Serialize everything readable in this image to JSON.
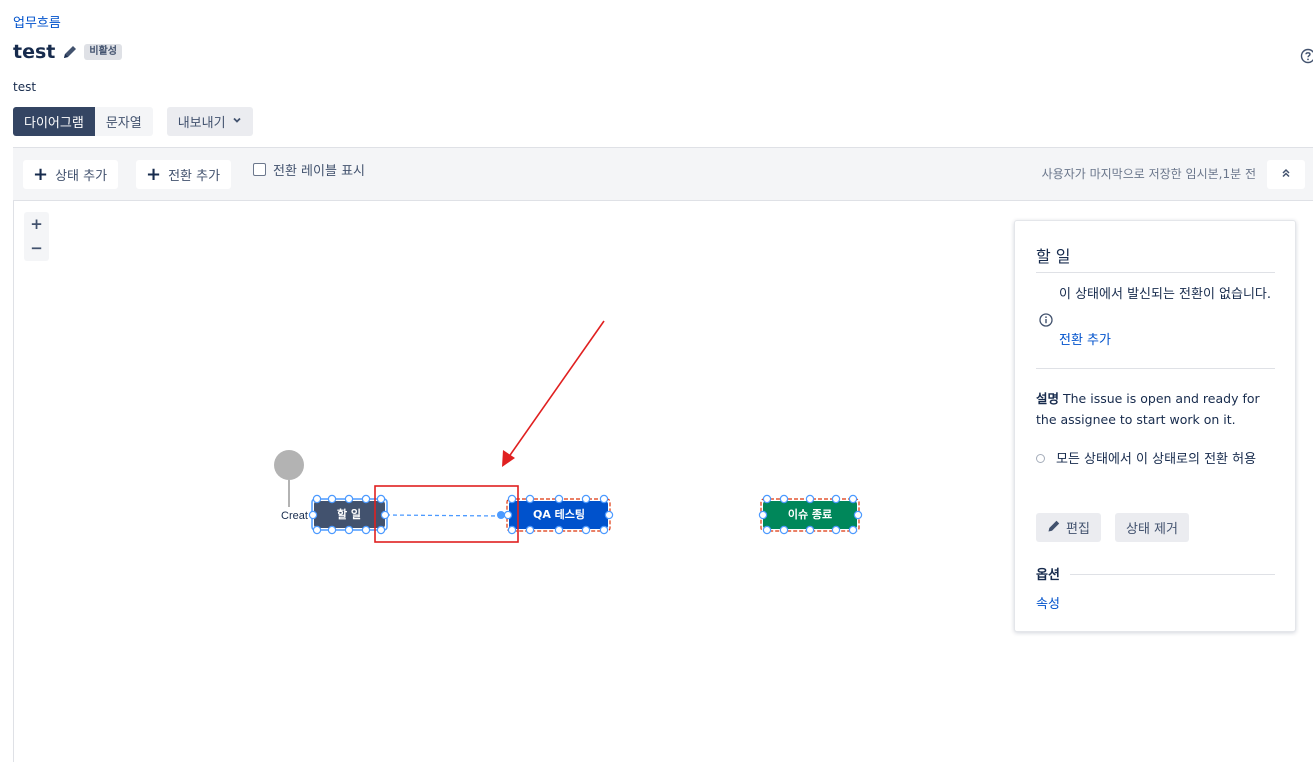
{
  "breadcrumb": "업무흐름",
  "workflow": {
    "name": "test",
    "status_badge": "비활성",
    "description": "test"
  },
  "tabs": {
    "diagram": "다이어그램",
    "text": "문자열",
    "export": "내보내기"
  },
  "toolbar": {
    "add_status": "상태 추가",
    "add_transition": "전환 추가",
    "show_labels": "전환 레이블 표시",
    "saved_text": "사용자가 마지막으로 저장한 임시본,1분 전"
  },
  "zoom": {
    "in": "+",
    "out": "−"
  },
  "diagram": {
    "create_label": "Creat",
    "statuses": [
      {
        "name": "할 일",
        "color": "#42526e"
      },
      {
        "name": "QA 테스팅",
        "color": "#0052cc"
      },
      {
        "name": "이슈 종료",
        "color": "#00875a"
      }
    ],
    "selection_color": "#4c9aff",
    "annotation_color": "#e02020"
  },
  "panel": {
    "title": "할 일",
    "no_transitions": "이 상태에서 발신되는 전환이 없습니다.",
    "add_transition_link": "전환 추가",
    "description_label": "설명",
    "description_text": "The issue is open and ready for the assignee to start work on it.",
    "allow_all": "모든 상태에서 이 상태로의 전환 허용",
    "edit_button": "편집",
    "remove_button": "상태 제거",
    "options_label": "옵션",
    "properties_link": "속성"
  }
}
